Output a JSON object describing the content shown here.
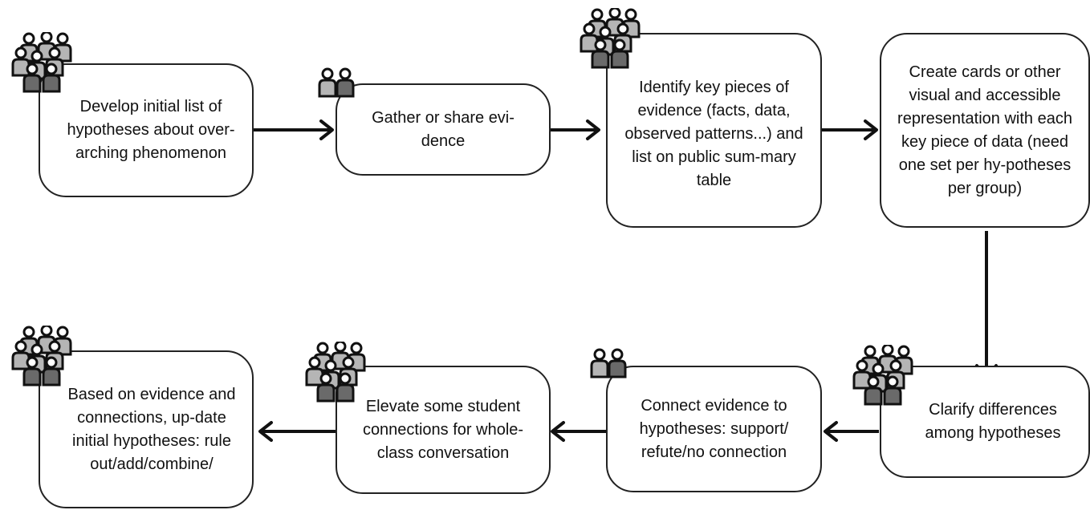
{
  "steps": [
    {
      "text": "Develop initial list of hypotheses about over-arching phenomenon",
      "group_size": "large"
    },
    {
      "text": "Gather or share evi-dence",
      "group_size": "pair"
    },
    {
      "text": "Identify key pieces of evidence (facts, data, observed patterns...) and list on public sum-mary table",
      "group_size": "large"
    },
    {
      "text": "Create cards or other visual and accessible representation with each key piece of data (need one set per hy-potheses per group)",
      "group_size": "none"
    },
    {
      "text": "Clarify differences among hypotheses",
      "group_size": "large"
    },
    {
      "text": "Connect evidence to hypotheses: support/ refute/no connection",
      "group_size": "pair"
    },
    {
      "text": "Elevate some student connections for whole-class conversation",
      "group_size": "large"
    },
    {
      "text": "Based on evidence and connections, up-date initial hypotheses: rule out/add/combine/",
      "group_size": "large"
    }
  ],
  "colors": {
    "stroke": "#222222",
    "person_light": "#b5b5b5",
    "person_dark": "#6a6a6a"
  },
  "icons": [
    "large-group-icon",
    "pair-icon"
  ]
}
